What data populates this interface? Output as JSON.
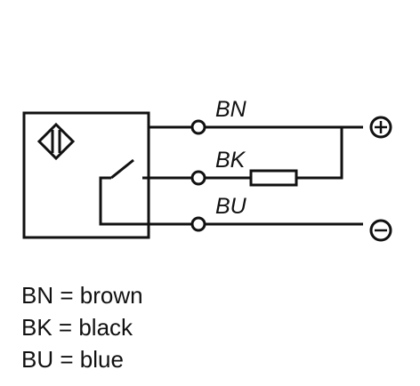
{
  "wires": [
    {
      "code": "BN"
    },
    {
      "code": "BK"
    },
    {
      "code": "BU"
    }
  ],
  "terminals": {
    "positive": "+",
    "negative": "−"
  },
  "legend": [
    {
      "code": "BN",
      "eq": "=",
      "color_name": "brown"
    },
    {
      "code": "BK",
      "eq": "=",
      "color_name": "black"
    },
    {
      "code": "BU",
      "eq": "=",
      "color_name": "blue"
    }
  ],
  "stroke_color": "#111111"
}
